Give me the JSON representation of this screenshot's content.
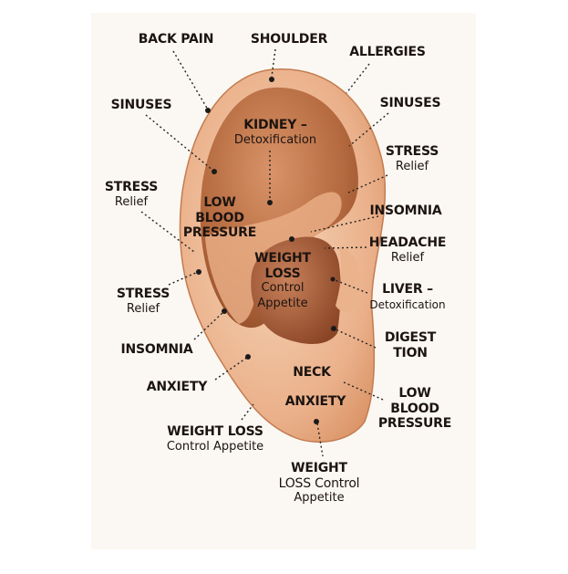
{
  "colors": {
    "skin_light": "#f6d3b3",
    "skin_mid": "#e8a77a",
    "skin_dark": "#b96a3e",
    "cavity": "#a75a32",
    "text": "#1c1410",
    "background": "#fbf8f3"
  },
  "labels": {
    "back_pain": "BACK PAIN",
    "shoulder": "SHOULDER",
    "allergies": "ALLERGIES",
    "sinuses_left": "SINUSES",
    "sinuses_right": "SINUSES",
    "kidney": {
      "title": "KIDNEY –",
      "sub": "Detoxification"
    },
    "stress_right": {
      "title": "STRESS",
      "sub": "Relief"
    },
    "stress_left": {
      "title": "STRESS",
      "sub": "Relief"
    },
    "low_bp_inner": {
      "l1": "LOW",
      "l2": "BLOOD",
      "l3": "PRESSURE"
    },
    "insomnia_right": "INSOMNIA",
    "headache": {
      "title": "HEADACHE",
      "sub": "Relief"
    },
    "weight_loss_inner": {
      "l1": "WEIGHT",
      "l2": "LOSS",
      "l3": "Control",
      "l4": "Appetite"
    },
    "stress_lower_left": {
      "title": "STRESS",
      "sub": "Relief"
    },
    "liver": {
      "title": "LIVER –",
      "sub": "Detoxification"
    },
    "insomnia_left": "INSOMNIA",
    "digestion": {
      "l1": "DIGEST",
      "l2": "TION"
    },
    "anxiety_left": "ANXIETY",
    "neck": "NECK",
    "low_bp_right": {
      "l1": "LOW",
      "l2": "BLOOD",
      "l3": "PRESSURE"
    },
    "anxiety_lobe": "ANXIETY",
    "weight_loss_left": {
      "title": "WEIGHT LOSS",
      "sub": "Control Appetite"
    },
    "weight_loss_bottom": {
      "l1": "WEIGHT",
      "l2": "LOSS Control",
      "l3": "Appetite"
    }
  }
}
